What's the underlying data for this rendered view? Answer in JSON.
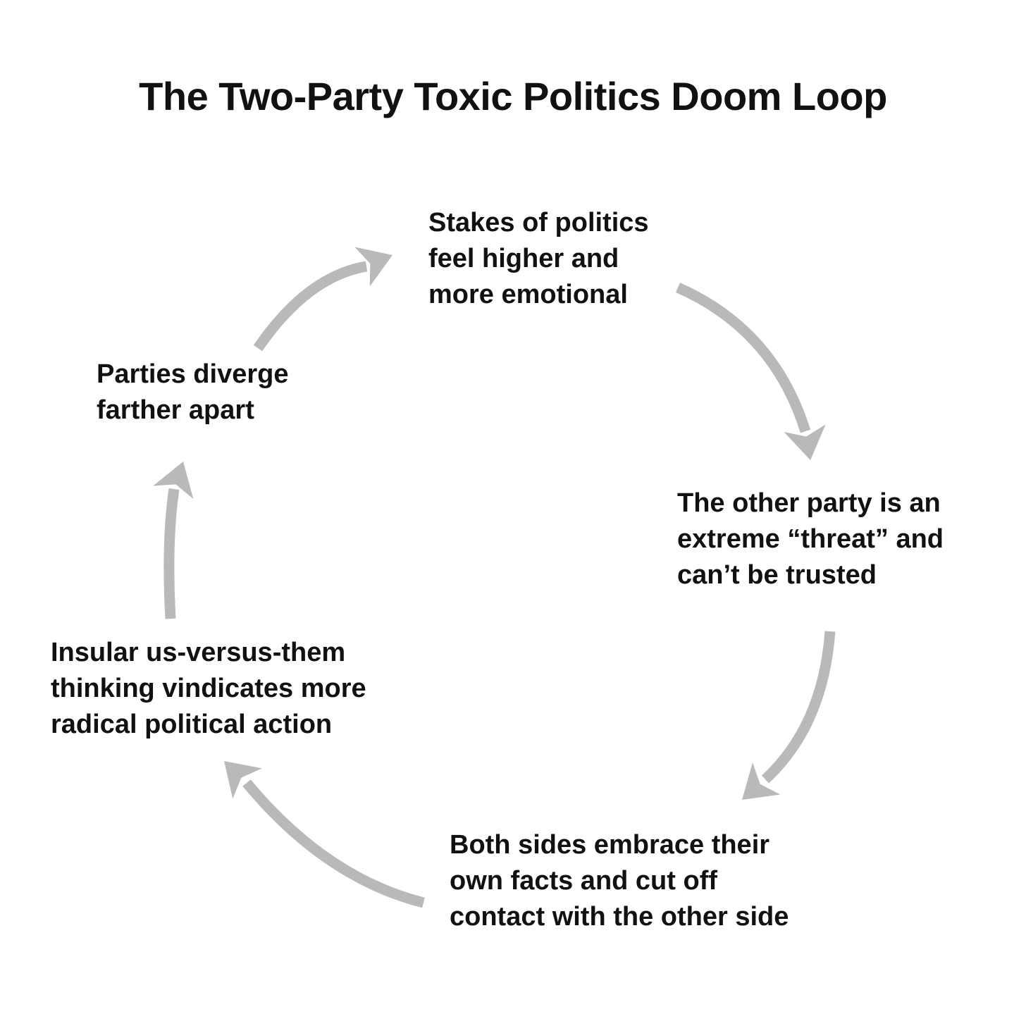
{
  "title": "The Two-Party Toxic Politics Doom Loop",
  "colors": {
    "background": "#ffffff",
    "arrow": "#b9b9b9",
    "text": "#111111"
  },
  "diagram_type": "cycle",
  "nodes": [
    {
      "id": "stakes",
      "label": "Stakes of politics\nfeel higher and\nmore emotional"
    },
    {
      "id": "threat",
      "label": "The other party is an\nextreme “threat” and\ncan’t be trusted"
    },
    {
      "id": "facts",
      "label": "Both sides embrace their\nown facts and cut off\ncontact with the other side"
    },
    {
      "id": "insular",
      "label": "Insular us-versus-them\nthinking vindicates more\nradical political action"
    },
    {
      "id": "diverge",
      "label": "Parties diverge\nfarther apart"
    }
  ],
  "flow": [
    "diverge -> stakes",
    "stakes -> threat",
    "threat -> facts",
    "facts -> insular",
    "insular -> diverge"
  ]
}
